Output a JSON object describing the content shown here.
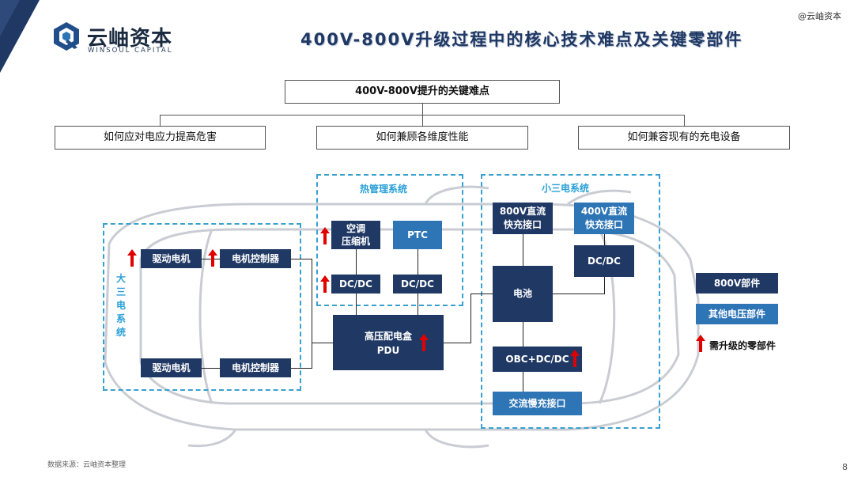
{
  "brand": {
    "name_cn": "云岫资本",
    "name_en": "WINSOUL CAPITAL",
    "watermark": "@云岫资本"
  },
  "title": "400V-800V升级过程中的核心技术难点及关键零部件",
  "tree": {
    "root": "400V-800V提升的关键难点",
    "children": [
      "如何应对电应力提高危害",
      "如何兼顾各维度性能",
      "如何兼容现有的充电设备"
    ]
  },
  "groups": {
    "big_three": "大三电系统",
    "thermal": "热管理系统",
    "small_three": "小三电系统"
  },
  "components": {
    "motor_top": "驱动电机",
    "controller_top": "电机控制器",
    "motor_bottom": "驱动电机",
    "controller_bottom": "电机控制器",
    "ac_compressor_l1": "空调",
    "ac_compressor_l2": "压缩机",
    "ptc": "PTC",
    "thermal_dcdc_left": "DC/DC",
    "thermal_dcdc_right": "DC/DC",
    "pdu_l1": "高压配电盒",
    "pdu_l2": "PDU",
    "fast_800_l1": "800V直流",
    "fast_800_l2": "快充接口",
    "fast_400_l1": "400V直流",
    "fast_400_l2": "快充接口",
    "small_dcdc": "DC/DC",
    "battery": "电池",
    "obc": "OBC+DC/DC",
    "ac_slow": "交流慢充接口"
  },
  "legend": {
    "v800": "800V部件",
    "other": "其他电压部件",
    "upgrade": "需升级的零部件"
  },
  "colors": {
    "dark": "#1f3864",
    "light": "#2e75b6",
    "dashed": "#3aa0d0",
    "arrow": "#e00000"
  },
  "footer": "数据来源：云岫资本整理",
  "page": "8"
}
